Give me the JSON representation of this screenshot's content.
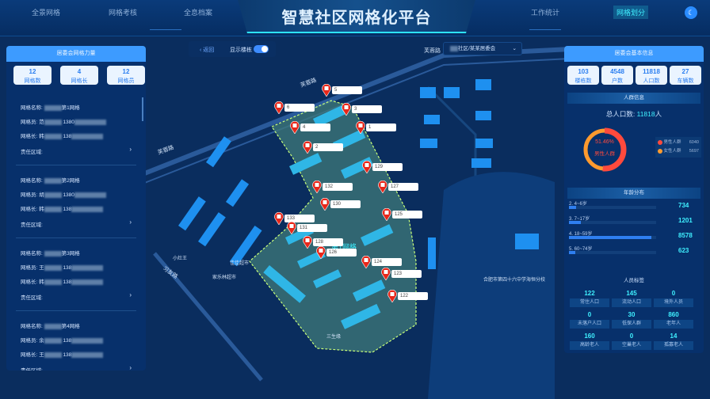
{
  "header": {
    "title": "智慧社区网格化平台",
    "nav_left": [
      "全景网格",
      "网格考核",
      "全息档案"
    ],
    "nav_right": [
      "工作统计",
      "网格划分"
    ],
    "active_nav": "网格划分"
  },
  "map_controls": {
    "back_label": "返回",
    "toggle_label": "显示楼栋",
    "toggle_on": true,
    "community_select": "社区/某某居委会"
  },
  "map": {
    "roads": [
      "芙蓉路",
      "芙蓉路",
      "芙蓉路",
      "习友路"
    ],
    "grid_label": "第1网格",
    "pois": [
      "小灶王",
      "佳佳超市",
      "家乐林超市",
      "合肥市第四十六中学海恒分校",
      "三生缘",
      "蓝谷"
    ],
    "markers": [
      "5",
      "6",
      "3",
      "4",
      "1",
      "2",
      "129",
      "132",
      "127",
      "130",
      "125",
      "133",
      "131",
      "128",
      "126",
      "124",
      "123",
      "122"
    ]
  },
  "left_panel": {
    "title": "居委会网格力量",
    "stats": [
      {
        "value": "12",
        "label": "网格数"
      },
      {
        "value": "4",
        "label": "网格长"
      },
      {
        "value": "12",
        "label": "网格员"
      }
    ],
    "grids": [
      {
        "name_label": "网格名称:",
        "name": "第1网格",
        "member_label": "网格员:",
        "member": "范",
        "member_phone": "1380",
        "leader_label": "网格长:",
        "leader": "韩",
        "leader_phone": "138",
        "area_label": "责任区域:"
      },
      {
        "name_label": "网格名称:",
        "name": "第2网格",
        "member_label": "网格员:",
        "member": "胡",
        "member_phone": "1380",
        "leader_label": "网格长:",
        "leader": "韩",
        "leader_phone": "138",
        "area_label": "责任区域:"
      },
      {
        "name_label": "网格名称:",
        "name": "第3网格",
        "member_label": "网格员:",
        "member": "王",
        "member_phone": "138",
        "leader_label": "网格长:",
        "leader": "韩",
        "leader_phone": "138",
        "area_label": "责任区域:"
      },
      {
        "name_label": "网格名称:",
        "name": "第4网格",
        "member_label": "网格员:",
        "member": "余",
        "member_phone": "138",
        "leader_label": "网格长:",
        "leader": "王",
        "leader_phone": "138",
        "area_label": "责任区域:"
      }
    ]
  },
  "right_panel": {
    "title": "居委会基本信息",
    "stats": [
      {
        "value": "103",
        "label": "楼栋数"
      },
      {
        "value": "4548",
        "label": "户数"
      },
      {
        "value": "11818",
        "label": "人口数"
      },
      {
        "value": "27",
        "label": "车辆数"
      }
    ],
    "crowd_title": "人群信息",
    "total_label": "总人口数:",
    "total_value": "11818",
    "total_unit": "人",
    "donut": {
      "percent": "51.46%",
      "label": "男性人群",
      "male_fraction": 0.5146
    },
    "legend": [
      {
        "label": "男性人群",
        "value": "6040",
        "color": "#ff4a3d"
      },
      {
        "label": "女性人群",
        "value": "5697",
        "color": "#ff9a2e"
      }
    ],
    "age_title": "年龄分布",
    "ages": [
      {
        "label": "2. 4~6岁",
        "value": "734",
        "n": 734
      },
      {
        "label": "3. 7~17岁",
        "value": "1201",
        "n": 1201
      },
      {
        "label": "4. 18~59岁",
        "value": "8578",
        "n": 8578
      },
      {
        "label": "5. 60~74岁",
        "value": "623",
        "n": 623
      }
    ],
    "tags_title": "人员标签",
    "tags": [
      {
        "value": "122",
        "label": "常住人口"
      },
      {
        "value": "145",
        "label": "流动人口"
      },
      {
        "value": "0",
        "label": "境外人员"
      },
      {
        "value": "0",
        "label": "未落户人口"
      },
      {
        "value": "30",
        "label": "低保人群"
      },
      {
        "value": "860",
        "label": "老年人"
      },
      {
        "value": "160",
        "label": "高龄老人"
      },
      {
        "value": "0",
        "label": "空巢老人"
      },
      {
        "value": "14",
        "label": "孤寡老人"
      }
    ]
  }
}
